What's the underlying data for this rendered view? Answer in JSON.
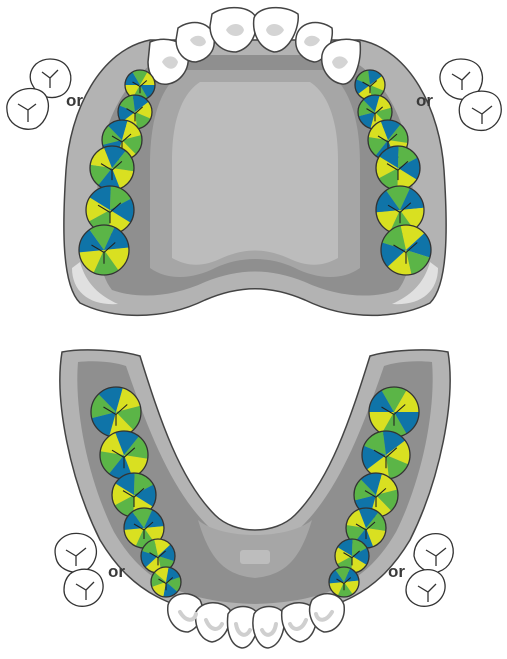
{
  "labels": {
    "upper_left_or": "or",
    "upper_right_or": "or",
    "lower_left_or": "or",
    "lower_right_or": "or"
  },
  "colors": {
    "blue": "#0f74a8",
    "green": "#5bb547",
    "yellow": "#d9e021",
    "gum_dark": "#8c8c8c",
    "gum_mid": "#a8a8a8",
    "gum_light": "#c9c9c9",
    "palate": "#bdbdbd",
    "outline": "#444444",
    "tooth_white": "#ffffff",
    "tooth_shade": "#d9d9d9"
  },
  "arches": [
    {
      "name": "upper-arch",
      "teeth": [
        "incisor",
        "incisor",
        "incisor",
        "incisor",
        "canine",
        "canine",
        "premolar",
        "premolar",
        "premolar",
        "premolar",
        "molar",
        "molar",
        "molar",
        "molar",
        "molar",
        "molar"
      ]
    },
    {
      "name": "lower-arch",
      "teeth": [
        "incisor",
        "incisor",
        "incisor",
        "incisor",
        "canine",
        "canine",
        "premolar",
        "premolar",
        "premolar",
        "premolar",
        "molar",
        "molar",
        "molar",
        "molar",
        "molar",
        "molar"
      ]
    }
  ],
  "extra_teeth_icons": [
    "upper-left-alt-teeth",
    "upper-right-alt-teeth",
    "lower-left-alt-teeth",
    "lower-right-alt-teeth"
  ]
}
